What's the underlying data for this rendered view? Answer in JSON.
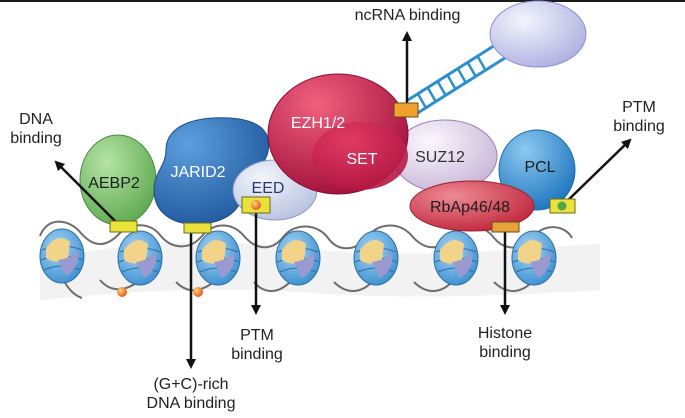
{
  "diagram": {
    "proteins": {
      "aebp2": "AEBP2",
      "jarid2": "JARID2",
      "eed": "EED",
      "ezh": "EZH1/2",
      "set": "SET",
      "suz12": "SUZ12",
      "pcl": "PCL",
      "rbap": "RbAp46/48"
    },
    "annotations": {
      "dna_binding": [
        "DNA",
        "binding"
      ],
      "ncrna_binding": "ncRNA binding",
      "ptm_right": [
        "PTM",
        "binding"
      ],
      "ptm_eed": [
        "PTM",
        "binding"
      ],
      "histone": [
        "Histone",
        "binding"
      ],
      "gc_rich": [
        "(G+C)-rich",
        "DNA binding"
      ]
    },
    "colors": {
      "aebp2": "#7cc46e",
      "jarid2": "#2f6fb5",
      "eed": "#d4dcef",
      "ezh": "#c8194a",
      "suz12": "#e6dced",
      "pcl": "#2f8fd4",
      "rbap": "#cf3b4c",
      "ncrna": "#3a8fd0",
      "nucleosome": "#5aa7dc",
      "mark_box": "#e8e23a"
    }
  }
}
